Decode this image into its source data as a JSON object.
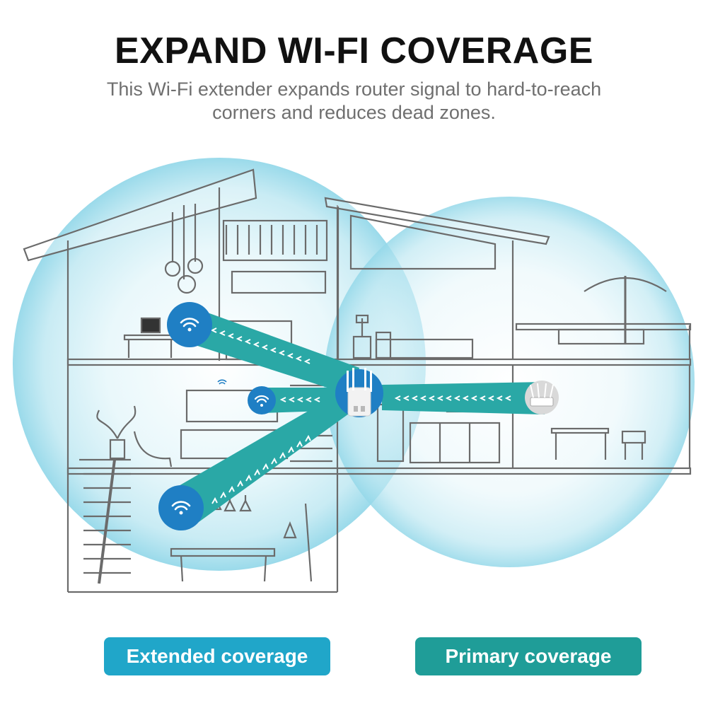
{
  "header": {
    "title": "EXPAND WI-FI COVERAGE",
    "subtitle_line1": "This Wi-Fi extender expands router signal to hard-to-reach",
    "subtitle_line2": "corners and reduces dead zones."
  },
  "legend": {
    "extended_label": "Extended coverage",
    "primary_label": "Primary coverage"
  },
  "colors": {
    "extended": "#20a6c9",
    "primary": "#1f9d98",
    "beam": "#2aa8a6",
    "device_badge": "#1f7fc4",
    "bubble": "#bfe9f3"
  },
  "icons": [
    "wifi-icon",
    "extender-icon",
    "router-icon"
  ]
}
